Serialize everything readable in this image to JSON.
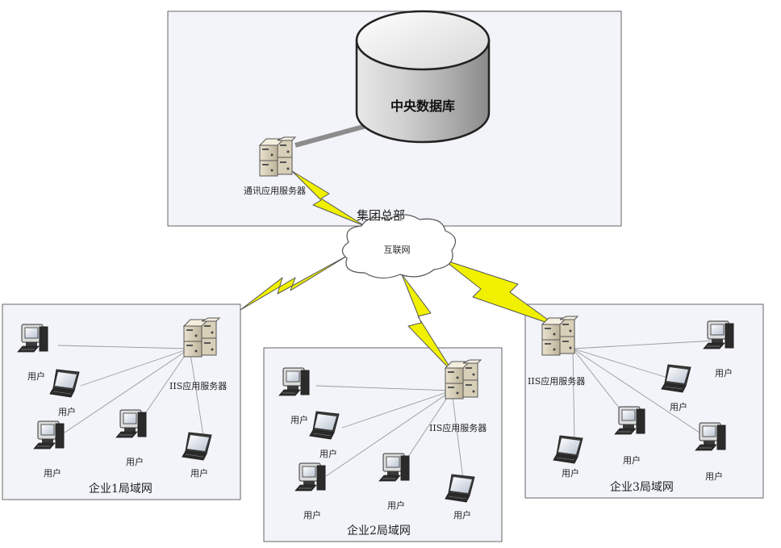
{
  "hq": {
    "title": "集团总部",
    "database_label": "中央数据库",
    "server_label": "通讯应用服务器"
  },
  "internet": {
    "label": "互联网"
  },
  "lans": [
    {
      "name": "企业1局域网",
      "server_label": "IIS应用服务器",
      "users": [
        "用户",
        "用户",
        "用户",
        "用户",
        "用户"
      ]
    },
    {
      "name": "企业2局域网",
      "server_label": "IIS应用服务器",
      "users": [
        "用户",
        "用户",
        "用户",
        "用户",
        "用户"
      ]
    },
    {
      "name": "企业3局域网",
      "server_label": "IIS应用服务器",
      "users": [
        "用户",
        "用户",
        "用户",
        "用户",
        "用户"
      ]
    }
  ],
  "colors": {
    "panel_fill": "#f2f4f9",
    "panel_border": "#666666",
    "bolt_fill": "#f0f000",
    "cloud_fill": "#ffffff",
    "link_line": "#9a9a9a",
    "db_link": "#8c8c8c"
  },
  "icons": {
    "server": "server-rack-icon",
    "desktop": "desktop-computer-icon",
    "laptop": "laptop-icon",
    "database": "database-cylinder-icon",
    "cloud": "cloud-icon",
    "link": "lightning-bolt-icon"
  }
}
